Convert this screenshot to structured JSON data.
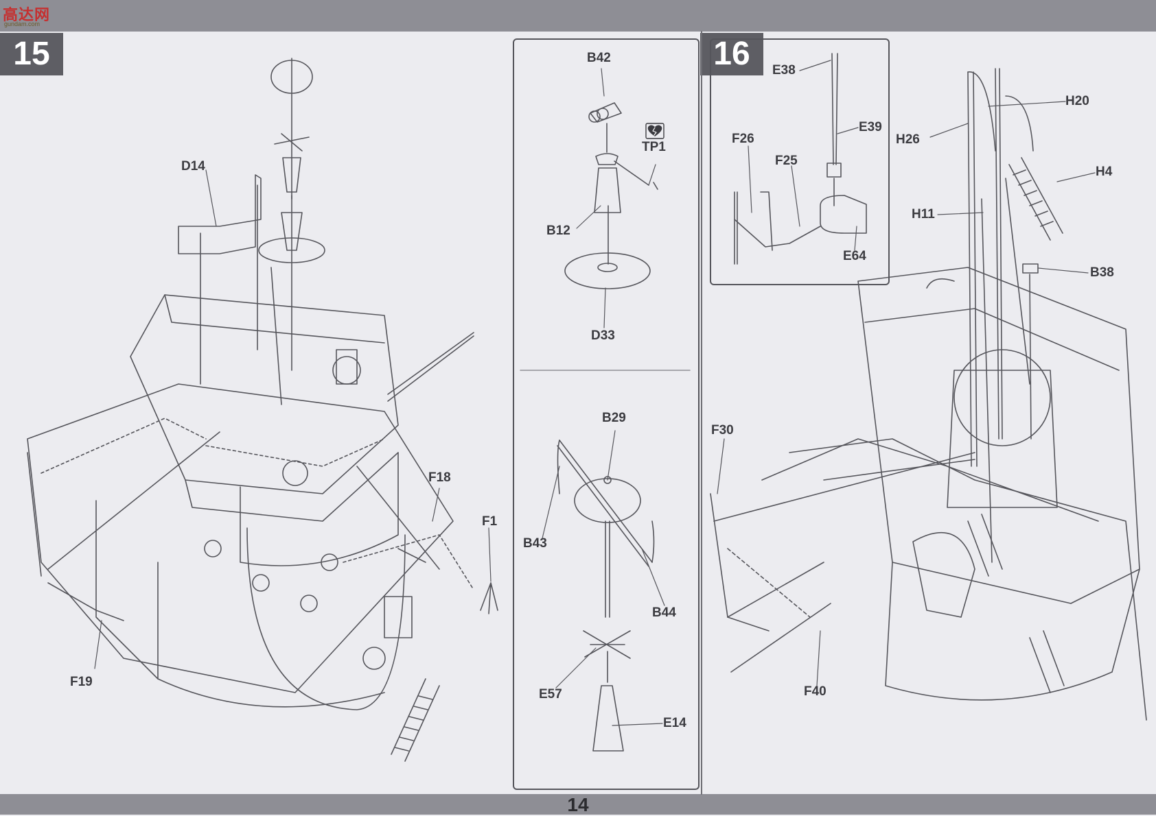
{
  "watermark": {
    "logo_text": "高达网",
    "url": "gundam.com"
  },
  "page_number": "14",
  "steps": [
    {
      "number": "15"
    },
    {
      "number": "16"
    }
  ],
  "step15_parts": {
    "D14": "D14",
    "F18": "F18",
    "F1": "F1",
    "F19": "F19"
  },
  "inset_mast_parts": {
    "B42": "B42",
    "TP1": "TP1",
    "B12": "B12",
    "D33": "D33"
  },
  "inset_radar_parts": {
    "B29": "B29",
    "B43": "B43",
    "B44": "B44",
    "E57": "E57",
    "E14": "E14"
  },
  "step16_inset_parts": {
    "E38": "E38",
    "E39": "E39",
    "F26": "F26",
    "F25": "F25",
    "E64": "E64"
  },
  "step16_parts": {
    "H20": "H20",
    "H26": "H26",
    "H4": "H4",
    "H11": "H11",
    "B38": "B38",
    "F30": "F30",
    "F40": "F40"
  },
  "icons": {
    "tp1_icon": "heart-break-icon"
  },
  "colors": {
    "band": "#8e8e95",
    "badge": "#5e5e64",
    "line": "#55555b",
    "label": "#3b3b40"
  }
}
